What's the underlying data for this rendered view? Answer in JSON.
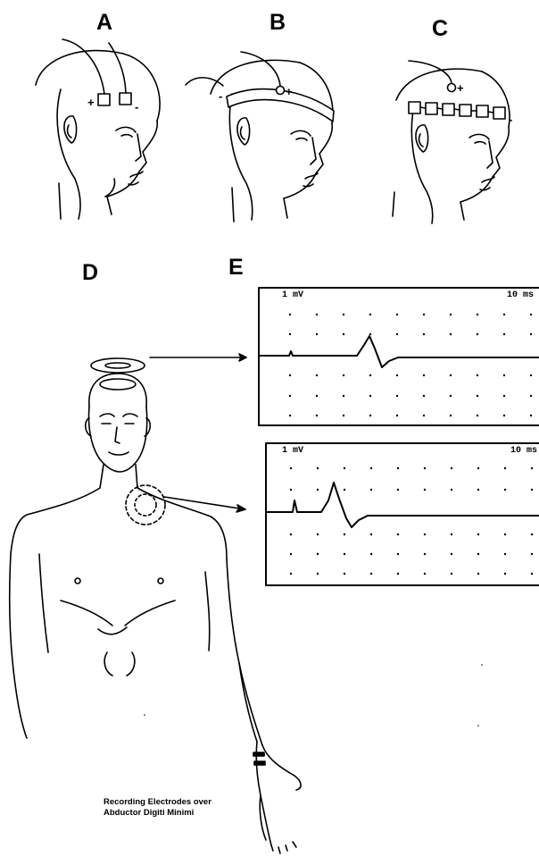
{
  "panels": {
    "a": {
      "label": "A",
      "anode_sign": "+",
      "cathode_sign": "-"
    },
    "b": {
      "label": "B",
      "anode_sign": "+",
      "cathode_sign": "-"
    },
    "c": {
      "label": "C",
      "anode_sign": "+",
      "cathode_sign": "-"
    },
    "d": {
      "label": "D"
    },
    "e": {
      "label": "E"
    }
  },
  "traces": {
    "top": {
      "amplitude_label": "1 mV",
      "time_label": "10 ms"
    },
    "bottom": {
      "amplitude_label": "1 mV",
      "time_label": "10 ms"
    }
  },
  "caption": {
    "line1": "Recording Electrodes over",
    "line2": "Abductor Digiti Minimi"
  },
  "colors": {
    "ink": "#000000",
    "background": "#ffffff",
    "dot_grid": "#000000"
  }
}
